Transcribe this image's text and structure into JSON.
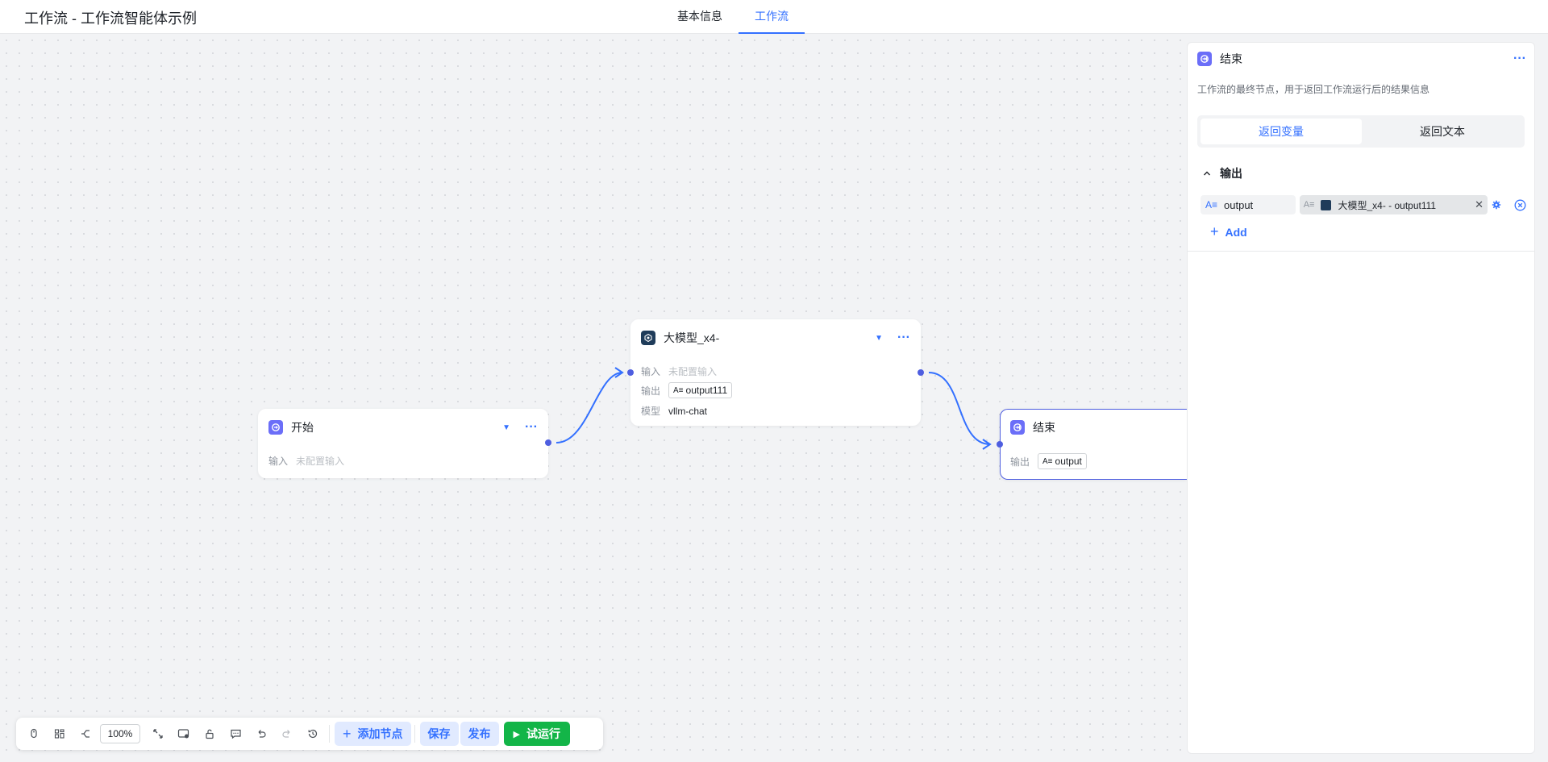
{
  "header": {
    "app_title": "工作流 - 工作流智能体示例",
    "tabs": [
      {
        "label": "基本信息",
        "active": false
      },
      {
        "label": "工作流",
        "active": true
      }
    ]
  },
  "nodes": {
    "start": {
      "title": "开始",
      "input_key": "输入",
      "input_value": "未配置输入"
    },
    "llm": {
      "title": "大模型_x4-",
      "input_key": "输入",
      "input_value": "未配置输入",
      "output_key": "输出",
      "output_value": "output111",
      "model_key": "模型",
      "model_value": "vllm-chat"
    },
    "end": {
      "title": "结束",
      "output_key": "输出",
      "output_value": "output"
    }
  },
  "toolbar": {
    "zoom": "100%",
    "add_node_label": "添加节点",
    "save_label": "保存",
    "publish_label": "发布",
    "run_label": "试运行"
  },
  "panel": {
    "title": "结束",
    "description": "工作流的最终节点，用于返回工作流运行后的结果信息",
    "segments": [
      {
        "label": "返回变量",
        "active": true
      },
      {
        "label": "返回文本",
        "active": false
      }
    ],
    "section_label": "输出",
    "outputs": [
      {
        "name": "output",
        "reference": "大模型_x4- - output111"
      }
    ],
    "add_label": "Add"
  },
  "colors": {
    "accent": "#3370ff",
    "node_port": "#4e5ee0",
    "run_green": "#13b548",
    "start_end_icon": "#6b6ef8",
    "llm_icon": "#1f3c5a"
  },
  "icons": {
    "text_type": "A≡",
    "more": "ellipsis-icon",
    "caret": "caret-down-icon"
  }
}
